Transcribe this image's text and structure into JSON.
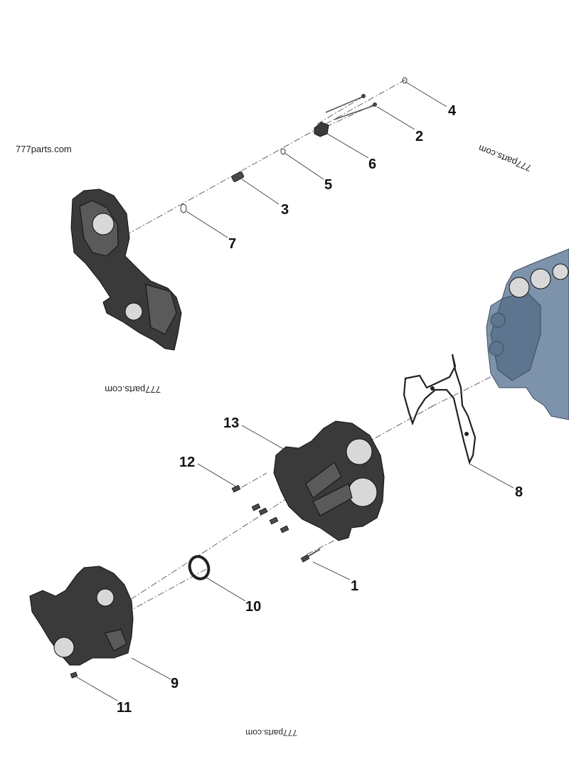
{
  "watermarks": {
    "top_left": "777parts.com",
    "top_right": "777parts.com",
    "middle": "777parts.com",
    "bottom": "777parts.com"
  },
  "callouts": [
    "1",
    "2",
    "3",
    "4",
    "5",
    "6",
    "7",
    "8",
    "9",
    "10",
    "11",
    "12",
    "13"
  ],
  "colors": {
    "part": "#3a3a3a",
    "engine_block": "#7d93ab",
    "background": "#ffffff"
  }
}
